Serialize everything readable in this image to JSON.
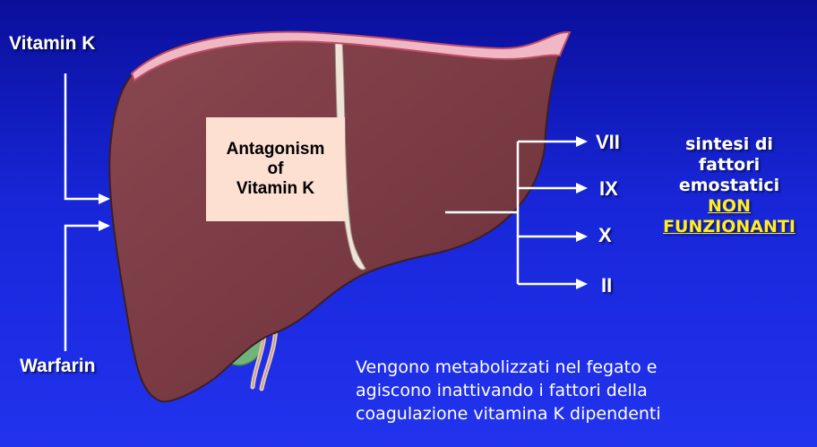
{
  "labels": {
    "vitamin_k": "Vitamin K",
    "warfarin": "Warfarin"
  },
  "box": {
    "line1": "Antagonism",
    "line2": "of",
    "line3": "Vitamin K",
    "background": "#fde0d2"
  },
  "factors": [
    "VII",
    "IX",
    "X",
    "II"
  ],
  "synthesis": {
    "line1": "sintesi di",
    "line2": "fattori",
    "line3": "emostatici",
    "non": "NON",
    "funzionanti": "FUNZIONANTI",
    "highlight_color": "#ffee22"
  },
  "description": {
    "line1": "Vengono metabolizzati nel fegato e",
    "line2": "agiscono inattivando i fattori della",
    "line3": "coagulazione vitamina K dipendenti"
  },
  "colors": {
    "background": "#1826d8",
    "liver": "#7a3a44",
    "gallbladder": "#6fb57a",
    "capsule": "#f0b8c4"
  }
}
